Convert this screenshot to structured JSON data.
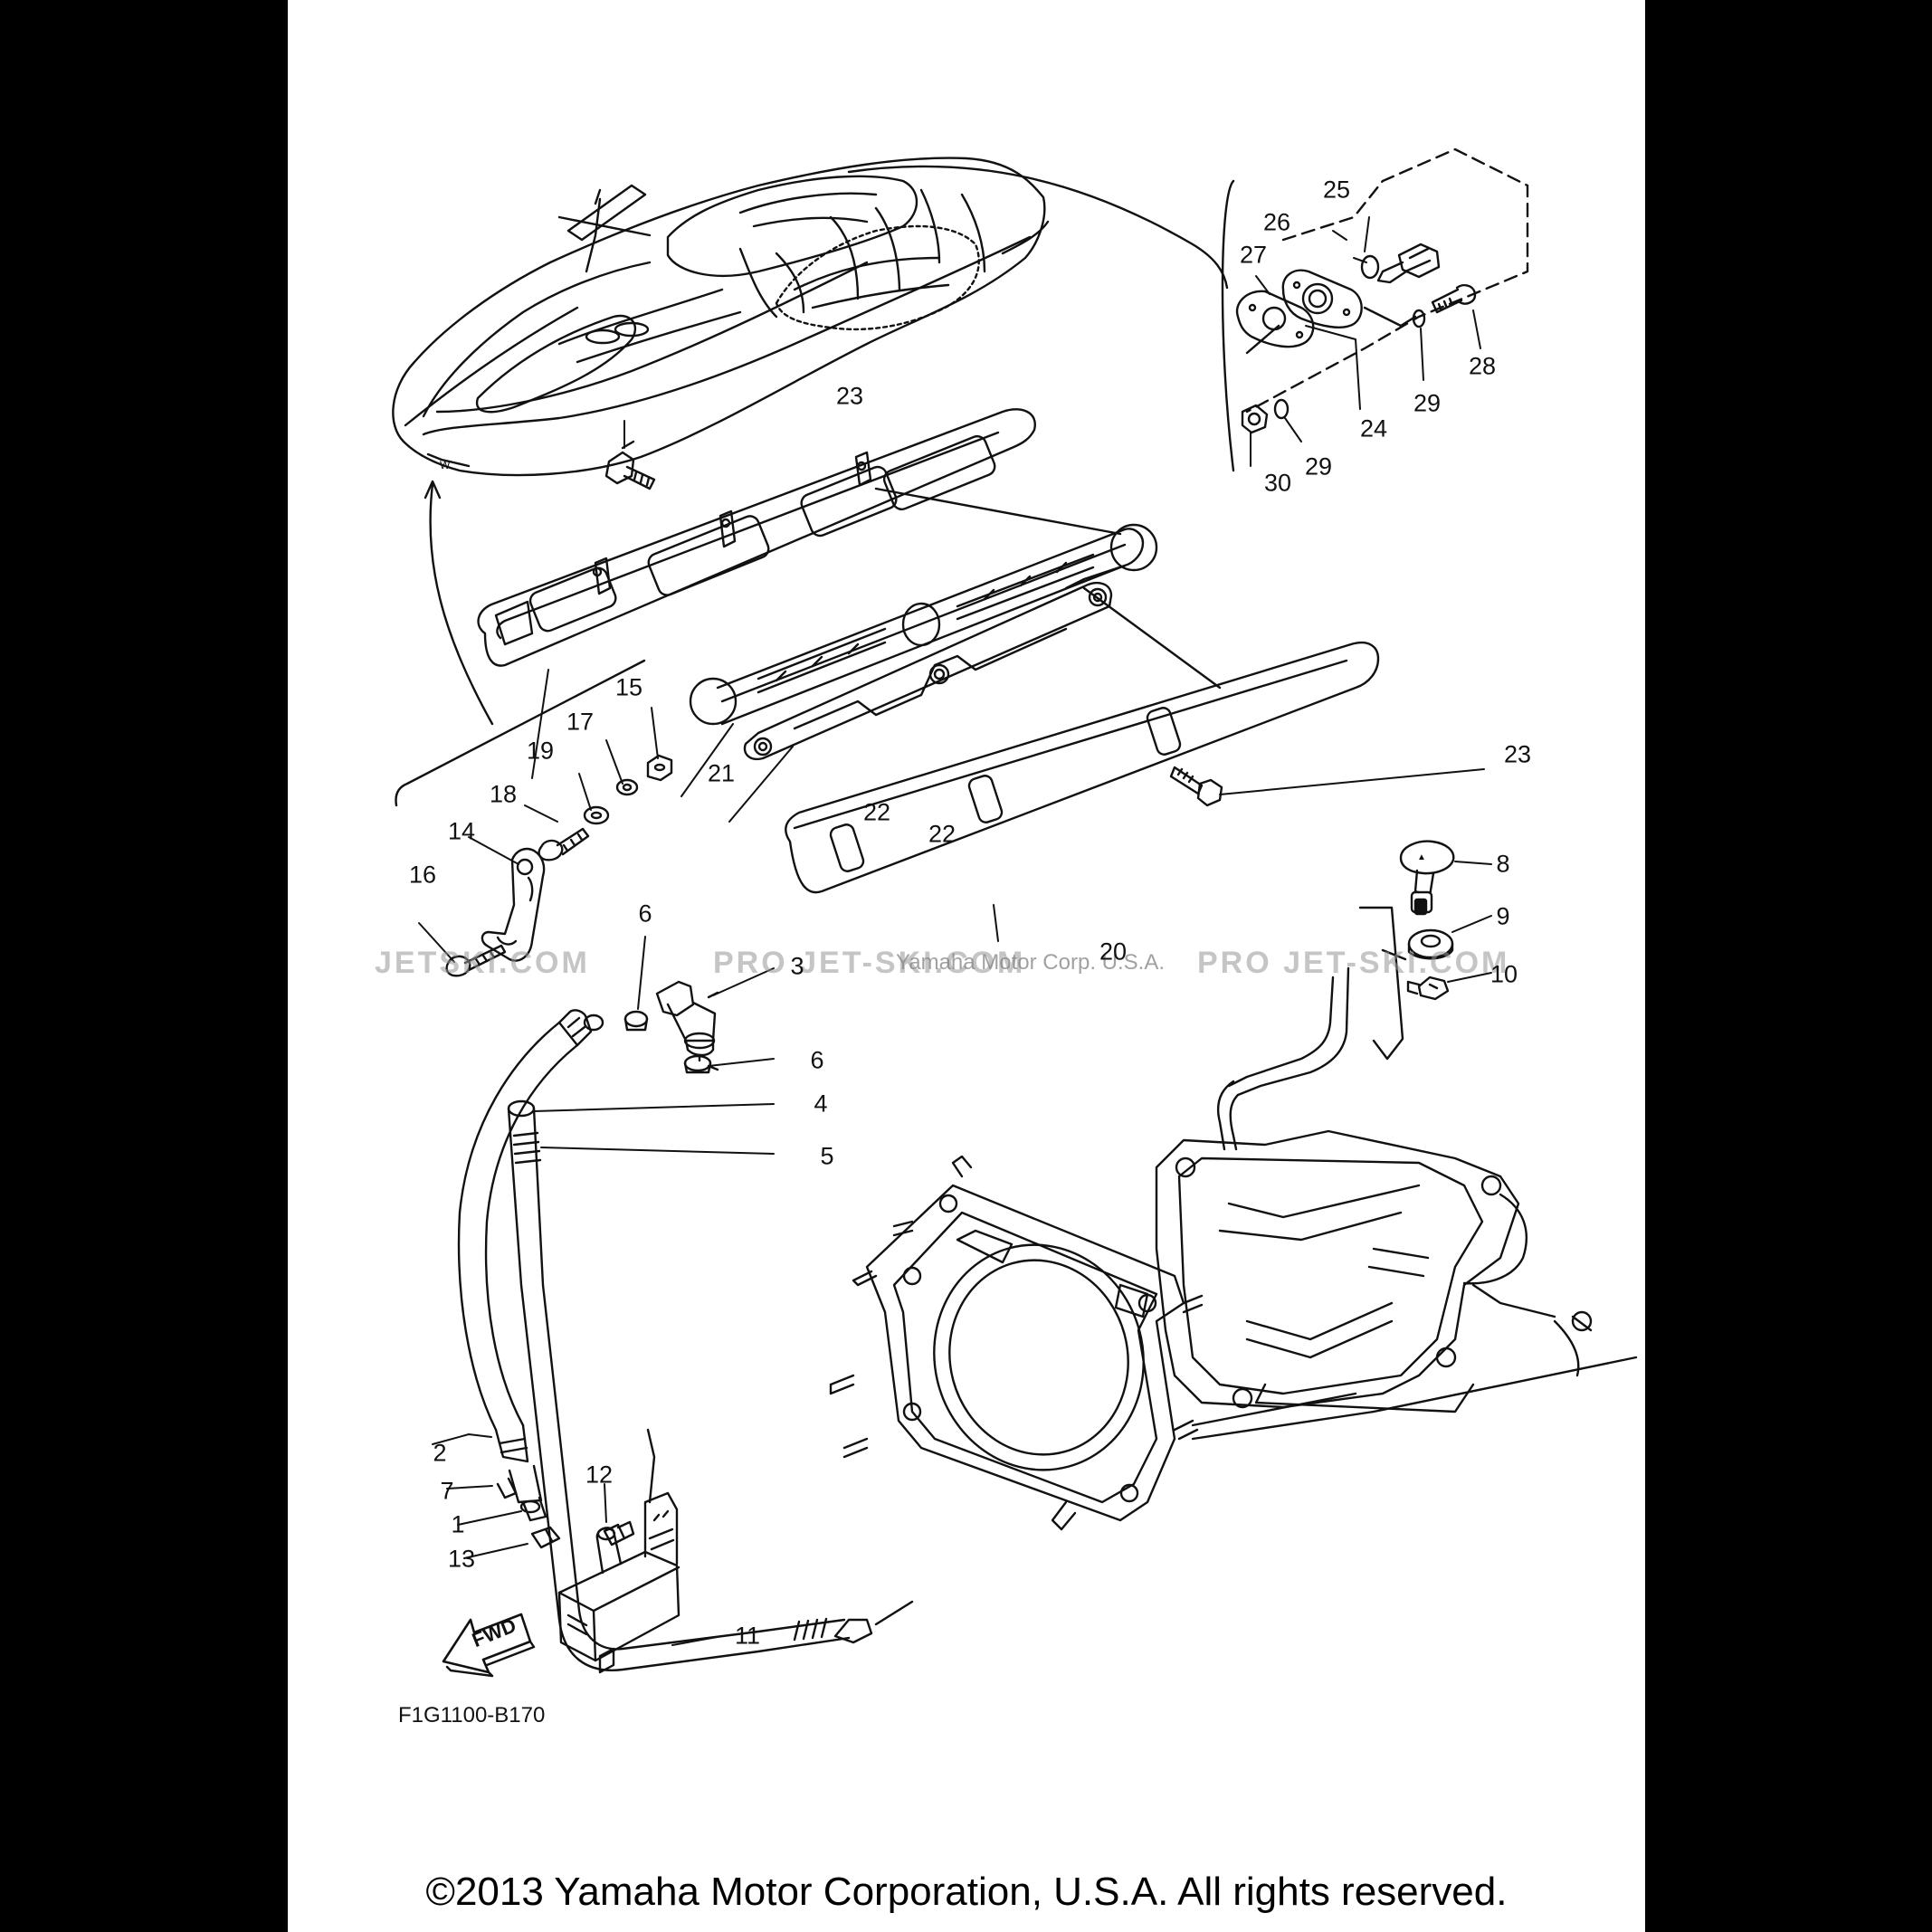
{
  "diagram": {
    "code": "F1G1100-B170",
    "copyright": "©2013 Yamaha Motor Corporation, U.S.A. All rights reserved.",
    "fwd_label": "FWD",
    "watermarks": {
      "left": "JETSKI.COM",
      "middle": "PRO JET-SKI.COM",
      "right": "PRO JET-SKI.COM",
      "owner": "Yamaha Motor Corp. U.S.A."
    },
    "callouts": [
      {
        "id": "c1",
        "text": "1"
      },
      {
        "id": "c2",
        "text": "2"
      },
      {
        "id": "c3",
        "text": "3"
      },
      {
        "id": "c4",
        "text": "4"
      },
      {
        "id": "c5",
        "text": "5"
      },
      {
        "id": "c6a",
        "text": "6"
      },
      {
        "id": "c6b",
        "text": "6"
      },
      {
        "id": "c7",
        "text": "7"
      },
      {
        "id": "c8",
        "text": "8"
      },
      {
        "id": "c9",
        "text": "9"
      },
      {
        "id": "c10",
        "text": "10"
      },
      {
        "id": "c11",
        "text": "11"
      },
      {
        "id": "c12",
        "text": "12"
      },
      {
        "id": "c13",
        "text": "13"
      },
      {
        "id": "c14",
        "text": "14"
      },
      {
        "id": "c15",
        "text": "15"
      },
      {
        "id": "c16",
        "text": "16"
      },
      {
        "id": "c17",
        "text": "17"
      },
      {
        "id": "c18",
        "text": "18"
      },
      {
        "id": "c19",
        "text": "19"
      },
      {
        "id": "c20",
        "text": "20"
      },
      {
        "id": "c21",
        "text": "21"
      },
      {
        "id": "c22a",
        "text": "22"
      },
      {
        "id": "c22b",
        "text": "22"
      },
      {
        "id": "c23a",
        "text": "23"
      },
      {
        "id": "c23b",
        "text": "23"
      },
      {
        "id": "c24",
        "text": "24"
      },
      {
        "id": "c25",
        "text": "25"
      },
      {
        "id": "c26",
        "text": "26"
      },
      {
        "id": "c27",
        "text": "27"
      },
      {
        "id": "c28",
        "text": "28"
      },
      {
        "id": "c29a",
        "text": "29"
      },
      {
        "id": "c29b",
        "text": "29"
      },
      {
        "id": "c30",
        "text": "30"
      }
    ]
  }
}
